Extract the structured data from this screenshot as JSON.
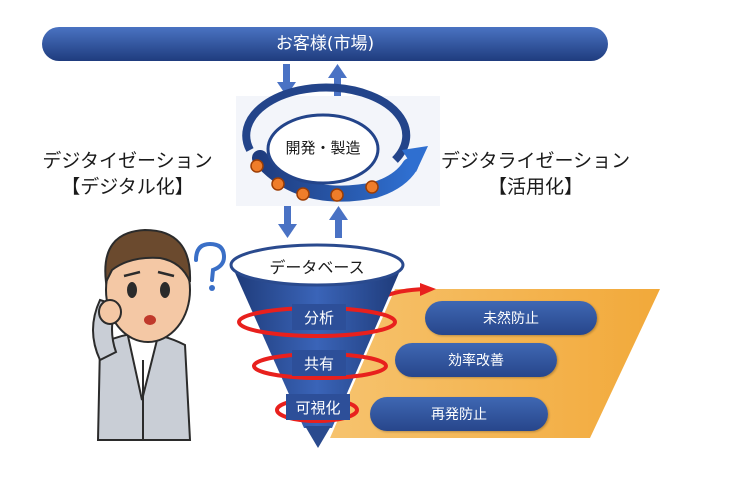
{
  "header": {
    "market_label": "お客様(市場)"
  },
  "cycle": {
    "center_label": "開発・製造"
  },
  "left_label": {
    "line1": "デジタイゼーション",
    "line2": "【デジタル化】"
  },
  "right_label": {
    "line1": "デジタライゼーション",
    "line2": "【活用化】"
  },
  "funnel": {
    "top_label": "データベース",
    "stages": [
      "分析",
      "共有",
      "可視化"
    ]
  },
  "outcomes": [
    "未然防止",
    "効率改善",
    "再発防止"
  ],
  "colors": {
    "navy": "#2b4d96",
    "arrow_blue": "#4a72c4",
    "orange_dot": "#ef7d2a",
    "red_ring": "#e8201d",
    "band_orange": "#f4b04a"
  },
  "figure": {
    "icon": "question-mark-icon"
  }
}
